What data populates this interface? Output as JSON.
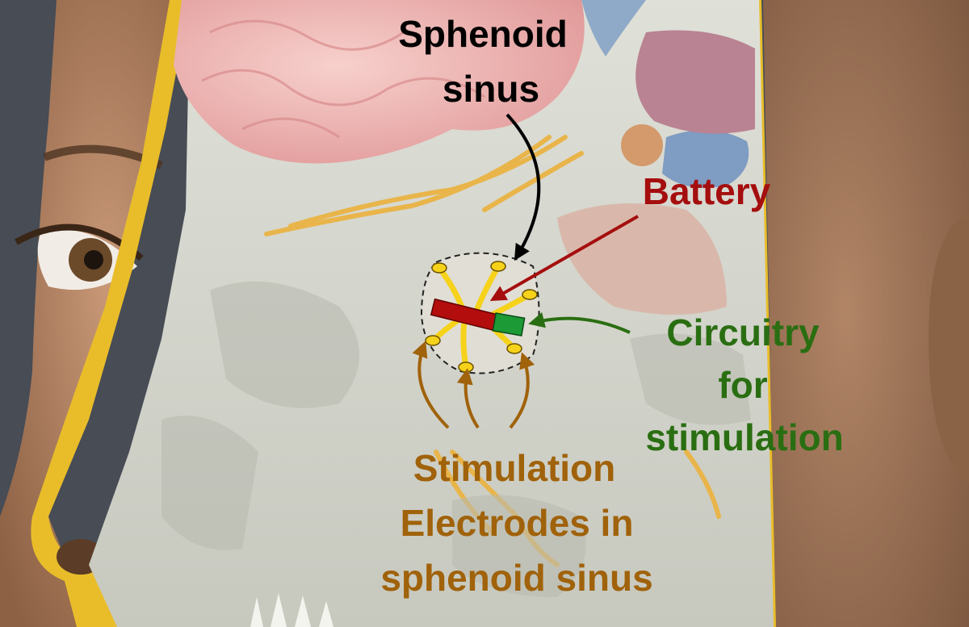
{
  "labels": {
    "sphenoid_sinus": {
      "lines": [
        "Sphenoid",
        "sinus"
      ],
      "color": "#000000"
    },
    "battery": {
      "lines": [
        "Battery"
      ],
      "color": "#a50e0e"
    },
    "circuitry": {
      "lines": [
        "Circuitry",
        "for",
        "stimulation"
      ],
      "color": "#2a6e12"
    },
    "electrodes": {
      "lines": [
        "Stimulation",
        "Electrodes in",
        "sphenoid sinus"
      ],
      "color": "#a0620a"
    }
  },
  "colors": {
    "background_left": "#474c55",
    "skin": "#b98966",
    "skull_bone": "#d7d8cf",
    "brain": "#f1b8b7",
    "nerve": "#e9b54a",
    "outline_yellow": "#e9bd2a",
    "electrode_wire": "#f6d21a",
    "battery": "#b40d0d",
    "circuit": "#1c9a36"
  }
}
